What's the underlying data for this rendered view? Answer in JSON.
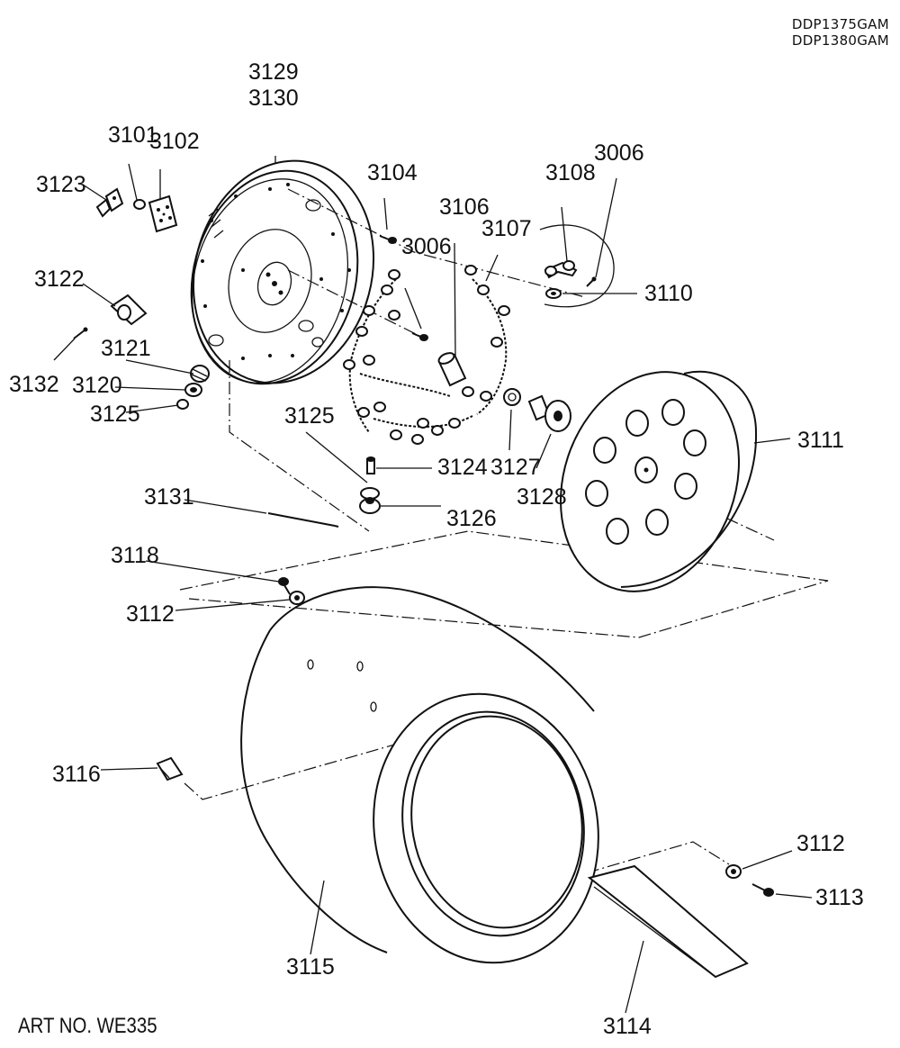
{
  "models": [
    "DDP1375GAM",
    "DDP1380GAM"
  ],
  "art_number": "ART NO. WE335",
  "labels": {
    "l3129": "3129",
    "l3130": "3130",
    "l3101": "3101",
    "l3102": "3102",
    "l3123": "3123",
    "l3122": "3122",
    "l3132": "3132",
    "l3121": "3121",
    "l3120": "3120",
    "l3125a": "3125",
    "l3104": "3104",
    "l3006a": "3006",
    "l3106": "3106",
    "l3107": "3107",
    "l3108": "3108",
    "l3006b": "3006",
    "l3110": "3110",
    "l3111": "3111",
    "l3125b": "3125",
    "l3124": "3124",
    "l3127": "3127",
    "l3128": "3128",
    "l3126": "3126",
    "l3131": "3131",
    "l3118": "3118",
    "l3112a": "3112",
    "l3116": "3116",
    "l3112b": "3112",
    "l3113": "3113",
    "l3115": "3115",
    "l3114": "3114"
  }
}
